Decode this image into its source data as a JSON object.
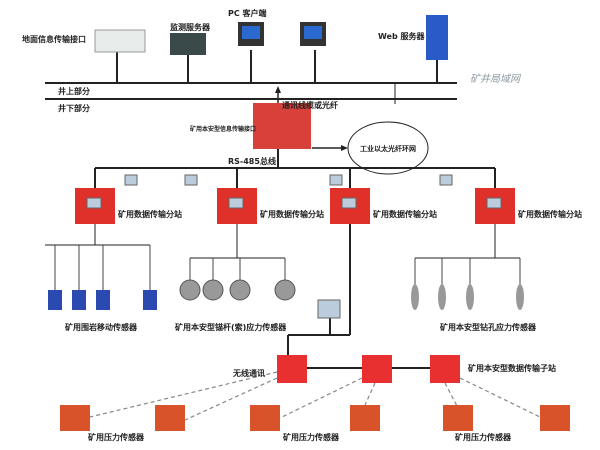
{
  "surface": {
    "ground_interface": "地面信息传输接口",
    "monitor_server": "监测服务器",
    "pc_client": "PC 客户端",
    "web_server": "Web 服务器",
    "lan": "矿井局域网",
    "above": "井上部分",
    "below": "井下部分",
    "cable": "通讯线缆或光纤"
  },
  "underground": {
    "mine_interface": "矿用本安型信息传输接口",
    "ring": "工业以太光纤环网",
    "rs485": "RS-485总线",
    "station": "矿用数据传输分站",
    "rock_sensor": "矿用围岩移动传感器",
    "anchor_sensor": "矿用本安型锚杆(索)应力传感器",
    "drill_sensor": "矿用本安型钻孔应力传感器",
    "substation": "矿用本安型数据传输子站",
    "wireless": "无线通讯",
    "pressure_sensor": "矿用压力传感器"
  },
  "colors": {
    "device_red": "#e0302a",
    "pressure_orange": "#d9532a",
    "line": "#222222"
  }
}
